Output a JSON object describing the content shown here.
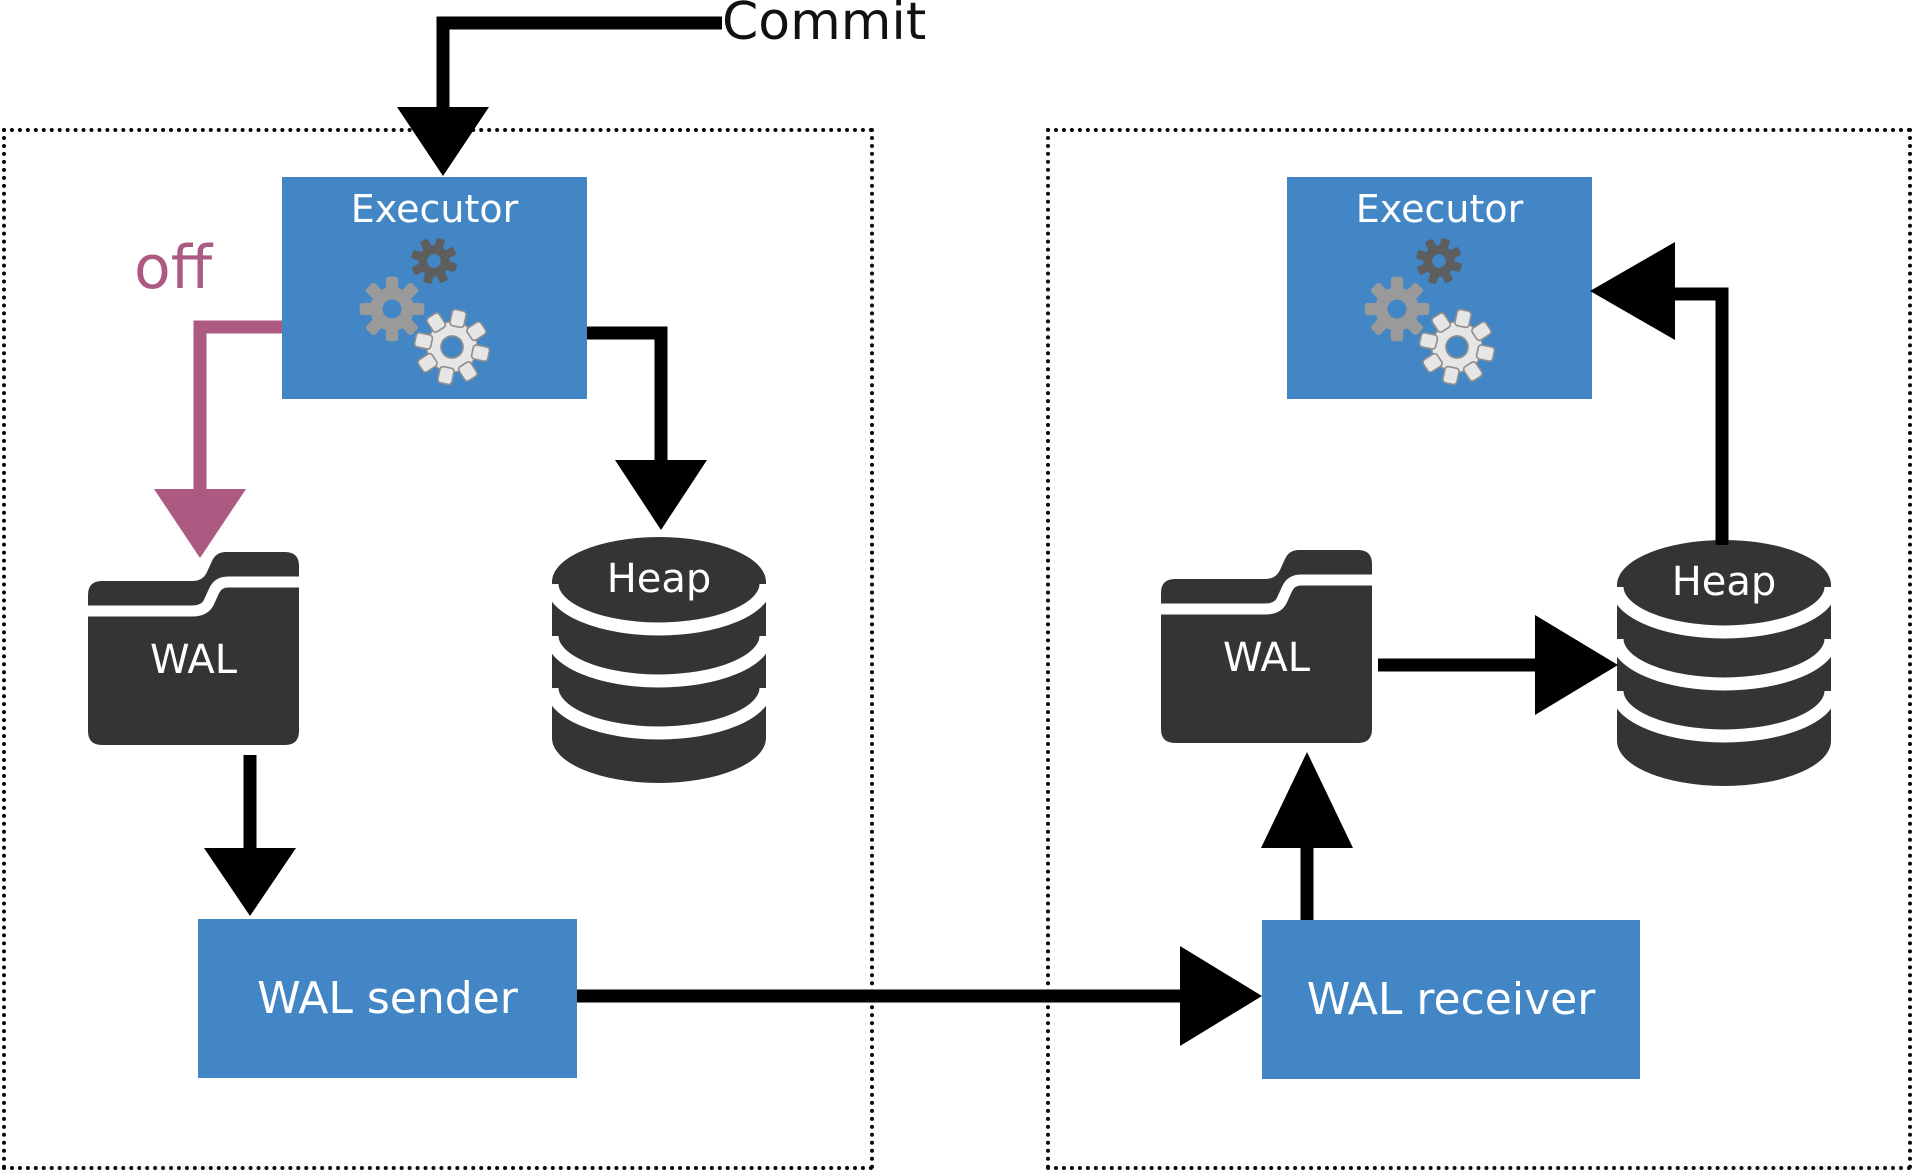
{
  "diagram": {
    "commit_label": "Commit",
    "off_label": "off"
  },
  "left_panel": {
    "executor": {
      "label": "Executor"
    },
    "wal": {
      "label": "WAL"
    },
    "heap": {
      "label": "Heap"
    },
    "wal_sender": {
      "label": "WAL sender"
    }
  },
  "right_panel": {
    "executor": {
      "label": "Executor"
    },
    "wal": {
      "label": "WAL"
    },
    "heap": {
      "label": "Heap"
    },
    "wal_receiver": {
      "label": "WAL receiver"
    }
  },
  "colors": {
    "node_blue": "#4286c5",
    "dark_gray": "#343434",
    "accent_pink": "#ad5a82",
    "arrow_black": "#000000",
    "label_white": "#ffffff"
  }
}
